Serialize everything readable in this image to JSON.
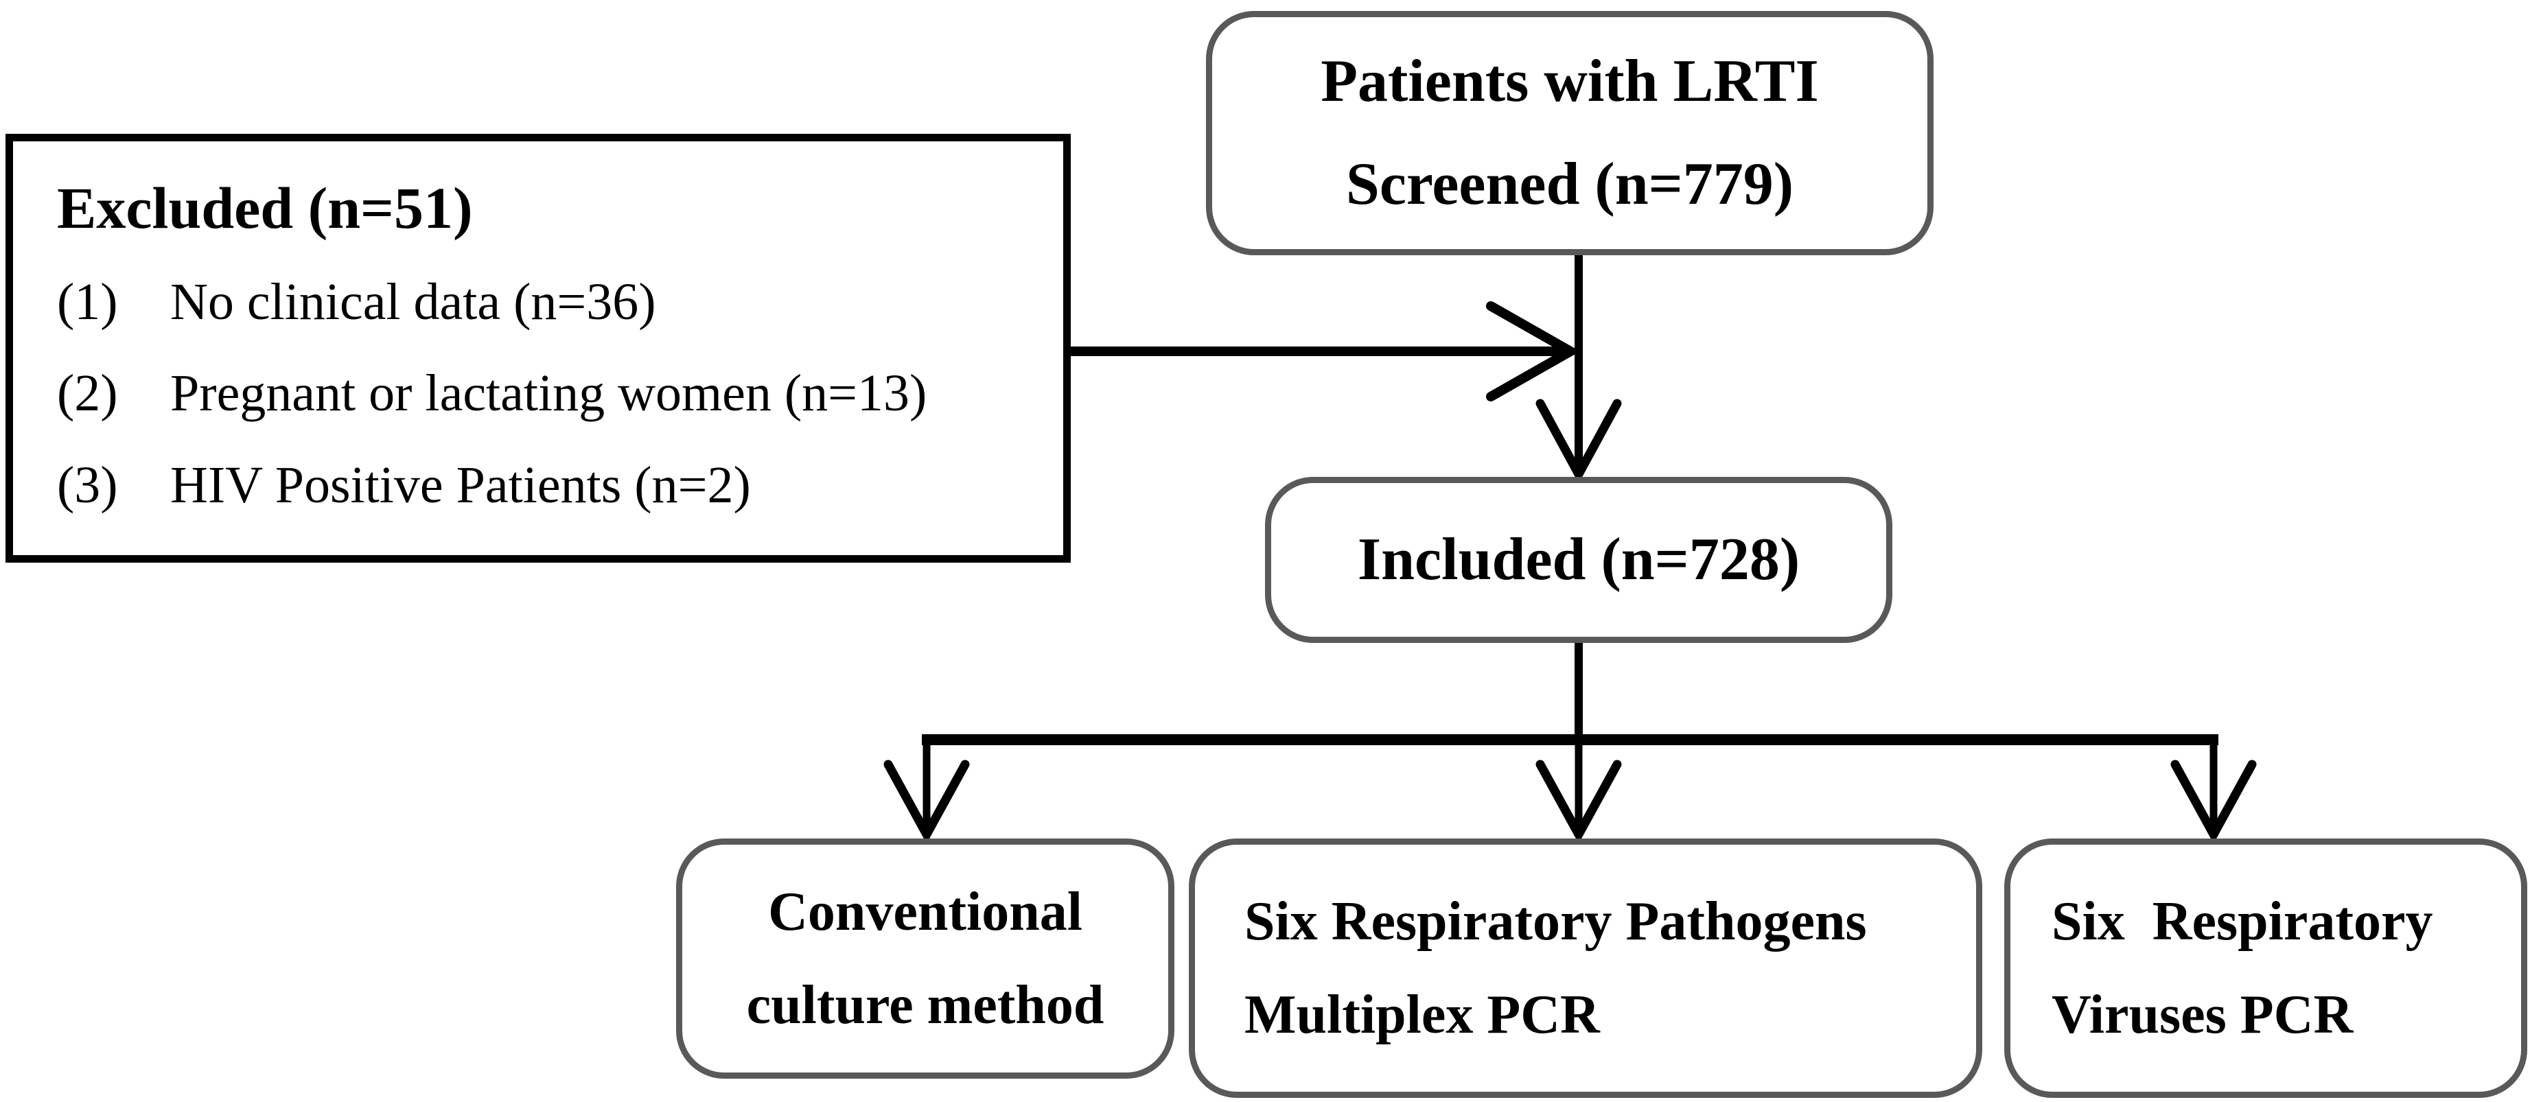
{
  "diagram": {
    "screened": {
      "line1": "Patients with LRTI",
      "line2": "Screened (n=779)"
    },
    "excluded": {
      "title": "Excluded (n=51)",
      "items": [
        {
          "num": "(1)",
          "text": "No clinical data (n=36)"
        },
        {
          "num": "(2)",
          "text": "Pregnant or lactating women (n=13)"
        },
        {
          "num": "(3)",
          "text": "HIV Positive Patients (n=2)"
        }
      ]
    },
    "included": {
      "label": "Included (n=728)"
    },
    "culture": {
      "line1": "Conventional",
      "line2": "culture method"
    },
    "multiplex_pcr": {
      "line1": "Six Respiratory Pathogens",
      "line2": "Multiplex PCR"
    },
    "virus_pcr": {
      "line1": "Six  Respiratory",
      "line2": "Viruses PCR"
    },
    "colors": {
      "rounded_box_border": "#595959",
      "excluded_box_border": "#000000",
      "connector": "#000000",
      "text": "#000000",
      "background": "#ffffff"
    }
  }
}
